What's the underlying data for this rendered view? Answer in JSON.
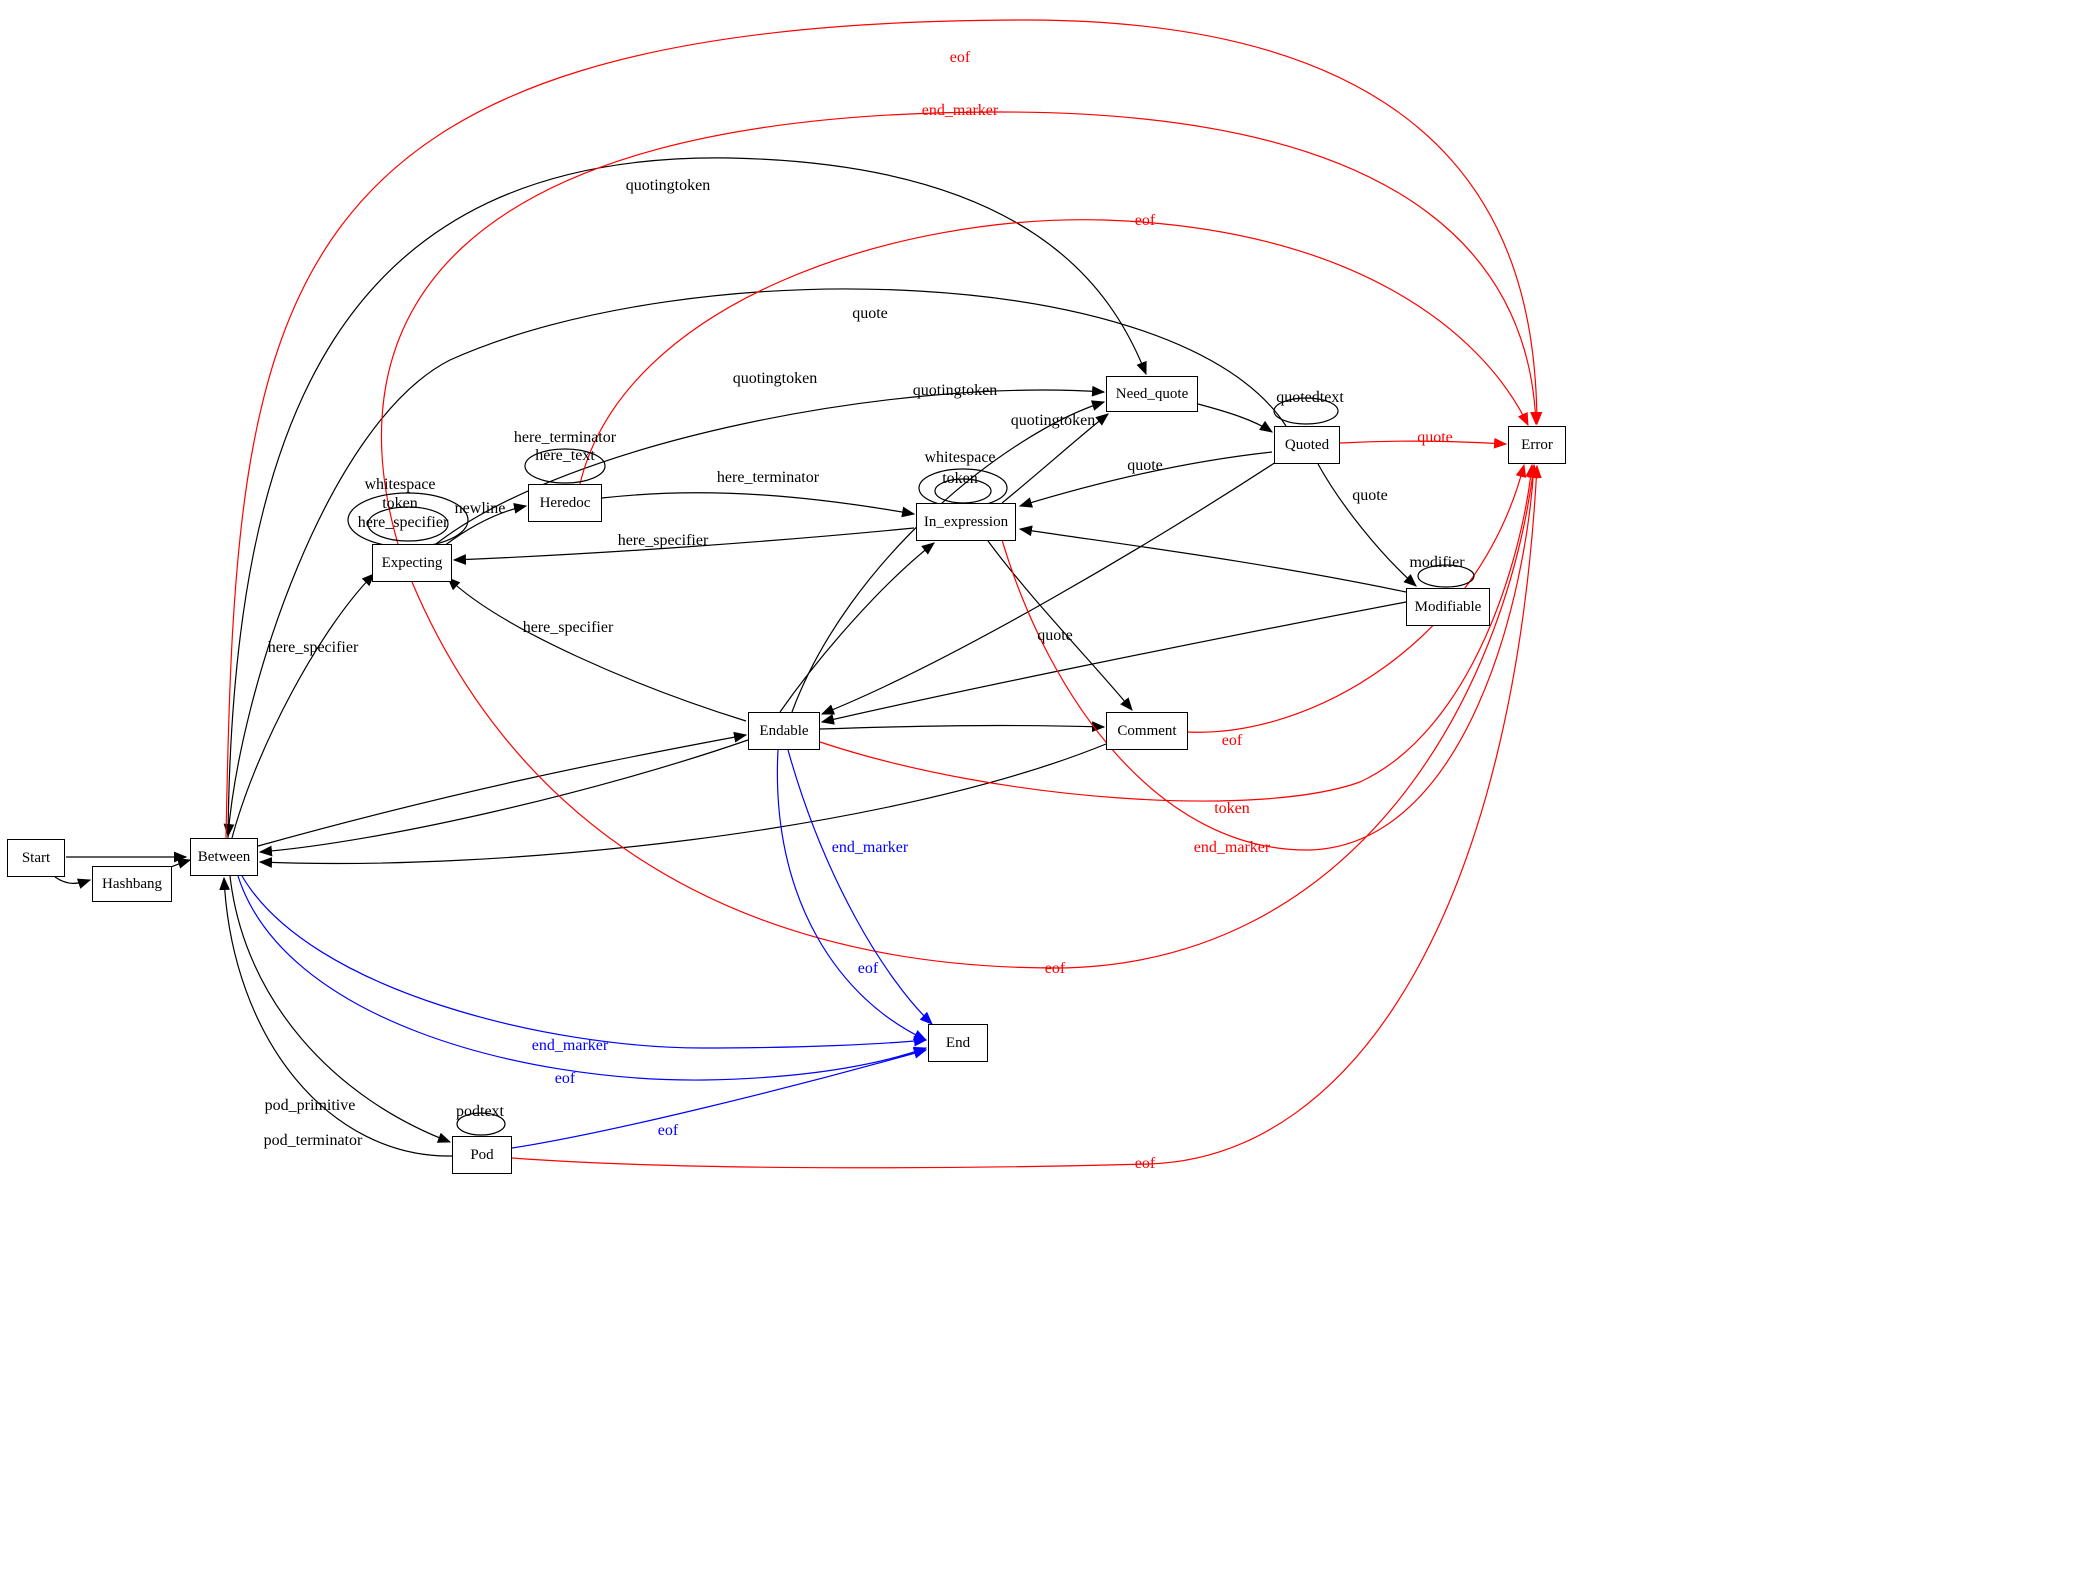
{
  "diagram": {
    "type": "state-machine-graph",
    "colors": {
      "normal_edge": "#000000",
      "error_edge": "#ff0000",
      "end_edge": "#0000ff",
      "node_border": "#000000",
      "background": "#ffffff"
    },
    "nodes": [
      {
        "id": "start",
        "label": "Start"
      },
      {
        "id": "hashbang",
        "label": "Hashbang"
      },
      {
        "id": "between",
        "label": "Between"
      },
      {
        "id": "expecting",
        "label": "Expecting"
      },
      {
        "id": "heredoc",
        "label": "Heredoc"
      },
      {
        "id": "in_expression",
        "label": "In_expression"
      },
      {
        "id": "need_quote",
        "label": "Need_quote"
      },
      {
        "id": "quoted",
        "label": "Quoted"
      },
      {
        "id": "error",
        "label": "Error"
      },
      {
        "id": "modifiable",
        "label": "Modifiable"
      },
      {
        "id": "endable",
        "label": "Endable"
      },
      {
        "id": "comment",
        "label": "Comment"
      },
      {
        "id": "end",
        "label": "End"
      },
      {
        "id": "pod",
        "label": "Pod"
      }
    ],
    "self_loops": [
      {
        "node": "expecting",
        "labels": [
          "whitespace",
          "token",
          "here_specifier"
        ]
      },
      {
        "node": "heredoc",
        "labels": [
          "here_terminator",
          "here_text"
        ]
      },
      {
        "node": "in_expression",
        "labels": [
          "whitespace",
          "token"
        ]
      },
      {
        "node": "quoted",
        "labels": [
          "quotedtext"
        ]
      },
      {
        "node": "modifiable",
        "labels": [
          "modifier"
        ]
      },
      {
        "node": "pod",
        "labels": [
          "podtext"
        ]
      }
    ],
    "edges": [
      {
        "from": "start",
        "to": "between",
        "color": "black"
      },
      {
        "from": "start",
        "to": "hashbang",
        "color": "black"
      },
      {
        "from": "hashbang",
        "to": "between",
        "color": "black"
      },
      {
        "from": "between",
        "to": "expecting",
        "label": "here_specifier",
        "color": "black"
      },
      {
        "from": "expecting",
        "to": "heredoc",
        "label": "newline",
        "color": "black"
      },
      {
        "from": "heredoc",
        "to": "in_expression",
        "label": "here_terminator",
        "color": "black"
      },
      {
        "from": "in_expression",
        "to": "expecting",
        "label": "here_specifier",
        "color": "black"
      },
      {
        "from": "endable",
        "to": "expecting",
        "label": "here_specifier",
        "color": "black"
      },
      {
        "from": "between",
        "to": "need_quote",
        "label": "quotingtoken",
        "color": "black"
      },
      {
        "from": "expecting",
        "to": "need_quote",
        "label": "quotingtoken",
        "color": "black"
      },
      {
        "from": "endable",
        "to": "need_quote",
        "label": "quotingtoken",
        "color": "black"
      },
      {
        "from": "in_expression",
        "to": "need_quote",
        "label": "quotingtoken",
        "color": "black"
      },
      {
        "from": "need_quote",
        "to": "quoted",
        "color": "black"
      },
      {
        "from": "quoted",
        "to": "in_expression",
        "label": "quote",
        "color": "black"
      },
      {
        "from": "quoted",
        "to": "modifiable",
        "label": "quote",
        "color": "black"
      },
      {
        "from": "quoted",
        "to": "endable",
        "label": "quote",
        "color": "black"
      },
      {
        "from": "quoted",
        "to": "between",
        "label": "quote",
        "color": "black"
      },
      {
        "from": "endable",
        "to": "comment",
        "color": "black"
      },
      {
        "from": "in_expression",
        "to": "comment",
        "color": "black"
      },
      {
        "from": "comment",
        "to": "between",
        "color": "black"
      },
      {
        "from": "endable",
        "to": "between",
        "color": "black"
      },
      {
        "from": "endable",
        "to": "in_expression",
        "color": "black"
      },
      {
        "from": "modifiable",
        "to": "endable",
        "color": "black"
      },
      {
        "from": "between",
        "to": "endable",
        "color": "black"
      },
      {
        "from": "modifiable",
        "to": "in_expression",
        "color": "black"
      },
      {
        "from": "between",
        "to": "pod",
        "label": "pod_primitive",
        "color": "black"
      },
      {
        "from": "pod",
        "to": "between",
        "label": "pod_terminator",
        "color": "black"
      },
      {
        "from": "between",
        "to": "error",
        "label": "eof",
        "color": "red"
      },
      {
        "from": "expecting",
        "to": "error",
        "label": "end_marker",
        "color": "red"
      },
      {
        "from": "heredoc",
        "to": "error",
        "label": "eof",
        "color": "red"
      },
      {
        "from": "quoted",
        "to": "error",
        "label": "quote",
        "color": "red"
      },
      {
        "from": "comment",
        "to": "error",
        "label": "eof",
        "color": "red"
      },
      {
        "from": "endable",
        "to": "error",
        "label": "token",
        "color": "red"
      },
      {
        "from": "in_expression",
        "to": "error",
        "label": "end_marker",
        "color": "red"
      },
      {
        "from": "expecting",
        "to": "error",
        "label": "eof",
        "color": "red"
      },
      {
        "from": "pod",
        "to": "error",
        "label": "eof",
        "color": "red"
      },
      {
        "from": "endable",
        "to": "end",
        "label": "end_marker",
        "color": "blue"
      },
      {
        "from": "endable",
        "to": "end",
        "label": "eof",
        "color": "blue"
      },
      {
        "from": "between",
        "to": "end",
        "label": "end_marker",
        "color": "blue"
      },
      {
        "from": "between",
        "to": "end",
        "label": "eof",
        "color": "blue"
      },
      {
        "from": "pod",
        "to": "end",
        "label": "eof",
        "color": "blue"
      }
    ]
  }
}
